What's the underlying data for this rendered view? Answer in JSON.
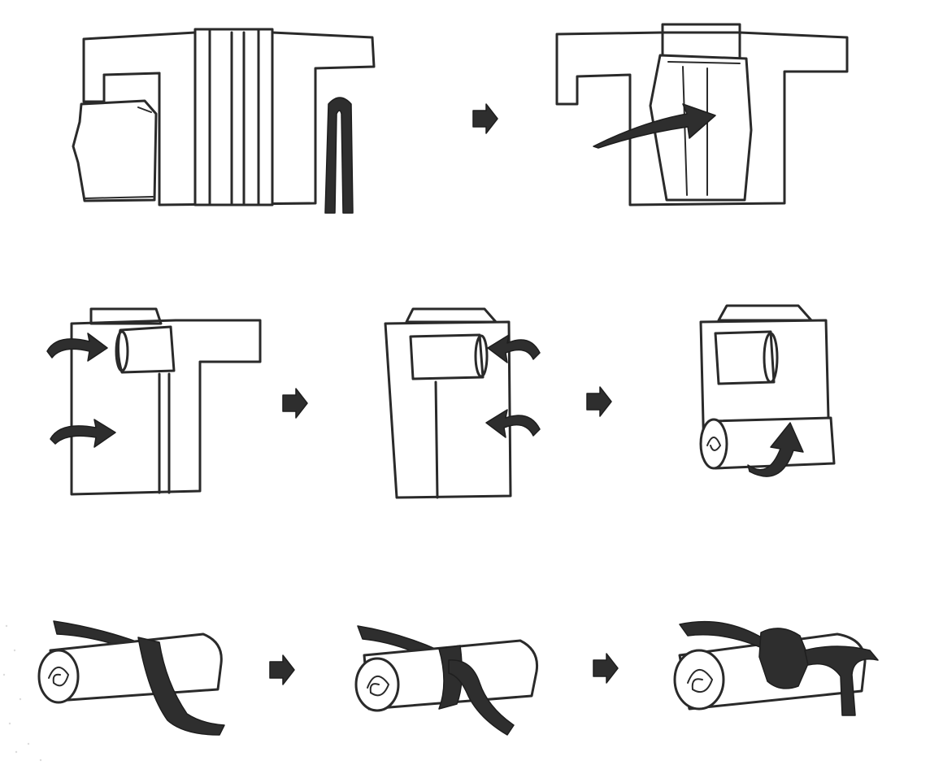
{
  "colors": {
    "ink": "#2a2a2a",
    "fill": "#2e2e2e",
    "paper": "#ffffff"
  },
  "rows": [
    {
      "steps": [
        "jacket-flat-with-trousers-and-belt",
        "trousers-folded-onto-jacket"
      ]
    },
    {
      "steps": [
        "left-side-folded-in",
        "right-side-folded-in",
        "roll-from-bottom"
      ]
    },
    {
      "steps": [
        "belt-placed-under-roll",
        "belt-wrapped-around-roll",
        "belt-tied-knot"
      ]
    }
  ],
  "icons": [
    "curved-arrow-icon",
    "step-arrow-icon"
  ]
}
